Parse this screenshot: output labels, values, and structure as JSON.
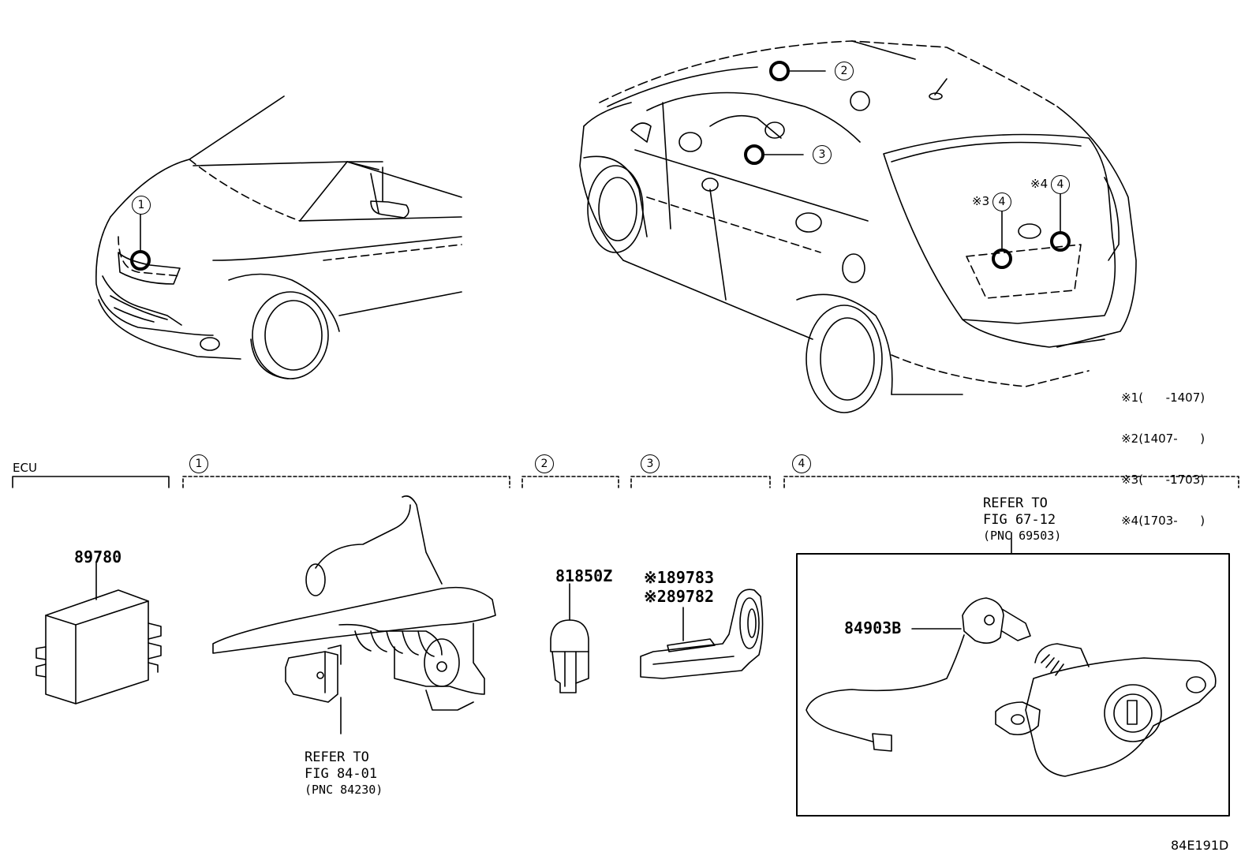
{
  "callouts": {
    "c1": "1",
    "c2": "2",
    "c3": "3",
    "c4": "4"
  },
  "notes": {
    "n3": "※3",
    "n4": "※4"
  },
  "legend": [
    {
      "mark": "※1",
      "range": "(      -1407)"
    },
    {
      "mark": "※2",
      "range": "(1407-      )"
    },
    {
      "mark": "※3",
      "range": "(      -1703)"
    },
    {
      "mark": "※4",
      "range": "(1703-      )"
    }
  ],
  "sections": {
    "ecu": {
      "label": "ECU"
    },
    "s1": {
      "num": "1"
    },
    "s2": {
      "num": "2"
    },
    "s3": {
      "num": "3"
    },
    "s4": {
      "num": "4"
    }
  },
  "parts": {
    "ecu_part": "89780",
    "bulb_part": "81850Z",
    "sensor_part_1": "※189783",
    "sensor_part_2": "※289782",
    "lock_part": "84903B"
  },
  "refs": {
    "hood": {
      "line1": "REFER TO",
      "line2": "FIG 84-01",
      "line3": "(PNC 84230)"
    },
    "lock": {
      "line1": "REFER TO",
      "line2": "FIG 67-12",
      "line3": "(PNC 69503)"
    }
  },
  "diagram_code": "84E191D"
}
